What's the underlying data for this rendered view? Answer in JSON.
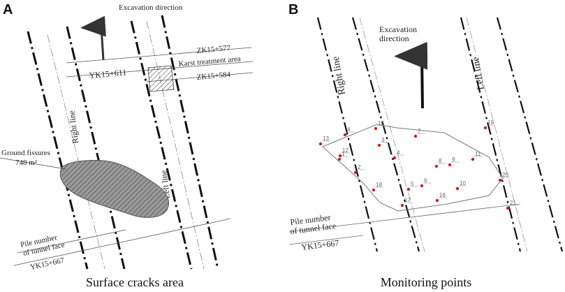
{
  "panel_a": {
    "letter": "A",
    "excavation_direction": "Excavation direction",
    "zk_577": "ZK15+577",
    "karst_area": "Karst treatment area",
    "zk_584": "ZK15+584",
    "yk_611": "YK15+611",
    "right_line": "Right line",
    "left_line": "Left line",
    "ground_fissures": "Ground fissures",
    "fissure_area": "748 m²",
    "pile_number_1": "Pile number",
    "pile_number_2": "of tunnel face",
    "yk_667": "YK15+667",
    "caption": "Surface cracks area"
  },
  "panel_b": {
    "letter": "B",
    "excavation_1": "Excavation",
    "excavation_2": "direction",
    "right_line": "Right line",
    "left_line": "Left line",
    "pile_number_1": "Pile number",
    "pile_number_2": "of tunnel face",
    "yk_667": "YK15+667",
    "caption": "Monitoring points",
    "points": [
      {
        "label": "1"
      },
      {
        "label": "2"
      },
      {
        "label": "3"
      },
      {
        "label": "4"
      },
      {
        "label": "4"
      },
      {
        "label": "5"
      },
      {
        "label": "6"
      },
      {
        "label": "7"
      },
      {
        "label": "8"
      },
      {
        "label": "9"
      },
      {
        "label": "10"
      },
      {
        "label": "11"
      },
      {
        "label": "12"
      },
      {
        "label": "13"
      },
      {
        "label": "15"
      },
      {
        "label": "16"
      },
      {
        "label": "17"
      },
      {
        "label": "18"
      },
      {
        "label": "19"
      },
      {
        "label": "20"
      },
      {
        "label": "21"
      }
    ]
  },
  "colors": {
    "point": "#cc1f1f",
    "line": "#111111",
    "hatch": "#444444",
    "text": "#222222",
    "label": "#666666"
  }
}
